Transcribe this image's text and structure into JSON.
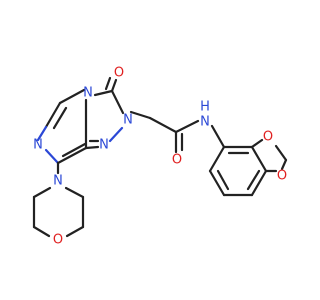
{
  "atoms": {
    "n_pyrazine_top": "N",
    "n_pyrazine_left": "N",
    "n_triazole_bottom": "N",
    "n_triazole_right": "N",
    "o_carbonyl_ring": "O",
    "n_morpholine": "N",
    "o_morpholine": "O",
    "o_amide": "O",
    "n_amide": "N",
    "h_amide": "H",
    "o_dioxole_top": "O",
    "o_dioxole_bottom": "O"
  },
  "colors": {
    "bond": "#222222",
    "nitrogen": "#2b48d6",
    "oxygen": "#e02020",
    "background": "#ffffff"
  }
}
